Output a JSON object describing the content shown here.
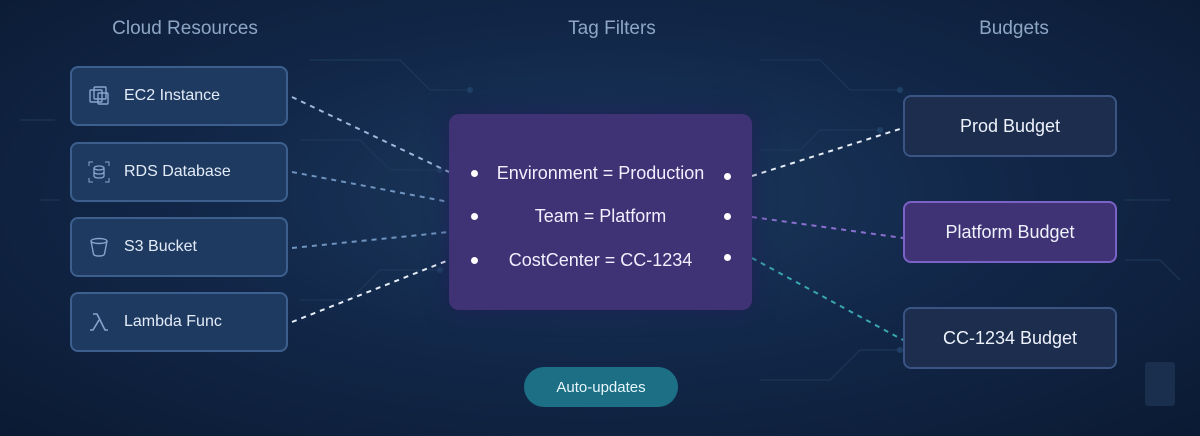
{
  "columns": {
    "resources_title": "Cloud Resources",
    "filters_title": "Tag Filters",
    "budgets_title": "Budgets"
  },
  "resources": [
    {
      "label": "EC2 Instance",
      "icon": "ec2-chip-icon"
    },
    {
      "label": "RDS Database",
      "icon": "database-icon"
    },
    {
      "label": "S3 Bucket",
      "icon": "bucket-icon"
    },
    {
      "label": "Lambda Func",
      "icon": "lambda-icon"
    }
  ],
  "tag_filters": [
    "Environment = Production",
    "Team = Platform",
    "CostCenter = CC-1234"
  ],
  "budgets": [
    "Prod Budget",
    "Platform Budget",
    "CC-1234 Budget"
  ],
  "auto_updates_label": "Auto-updates",
  "colors": {
    "background": "#12284a",
    "resource_card": "#1e3a60",
    "filter_box": "#3f3275",
    "highlight_budget": "#3f3275",
    "pill": "#1d6f86",
    "connector_white": "#e6eef8",
    "connector_purple": "#8a6fd0",
    "connector_teal": "#3aa6b0"
  }
}
